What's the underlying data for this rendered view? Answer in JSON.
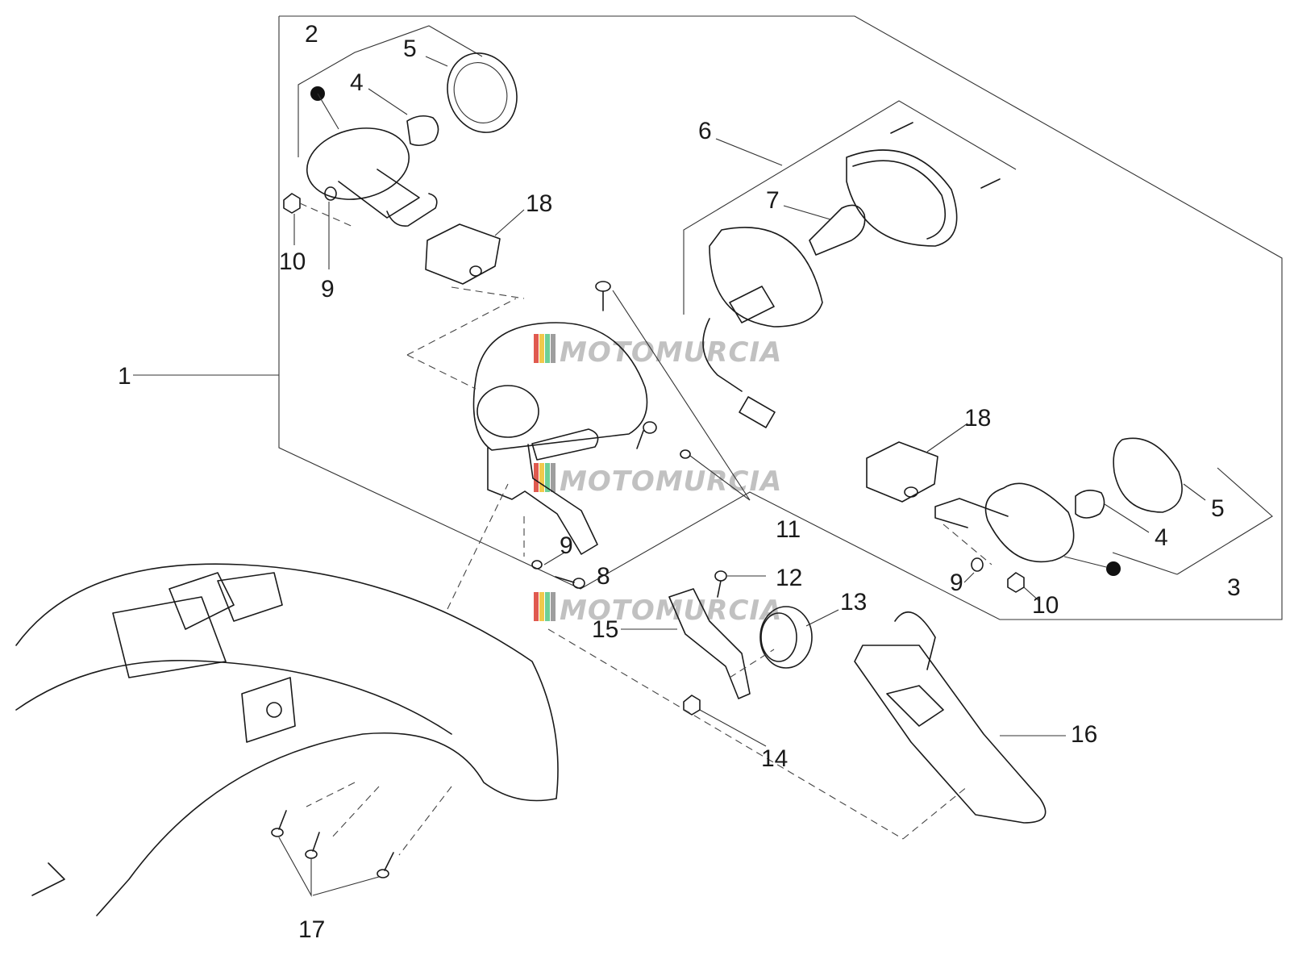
{
  "watermark": {
    "text": "MOTOMURCIA",
    "stripe_colors": [
      "#e05a4f",
      "#f2c94c",
      "#6fcf97",
      "#9e9e9e"
    ]
  },
  "callouts": {
    "c1": "1",
    "c2": "2",
    "c3": "3",
    "c4a": "4",
    "c4b": "4",
    "c5a": "5",
    "c5b": "5",
    "c6": "6",
    "c7": "7",
    "c8": "8",
    "c9a": "9",
    "c9b": "9",
    "c9c": "9",
    "c10a": "10",
    "c10b": "10",
    "c11": "11",
    "c12": "12",
    "c13": "13",
    "c14": "14",
    "c15": "15",
    "c16": "16",
    "c17": "17",
    "c18a": "18",
    "c18b": "18"
  },
  "colors": {
    "line": "#1a1a1a",
    "background": "#ffffff"
  }
}
